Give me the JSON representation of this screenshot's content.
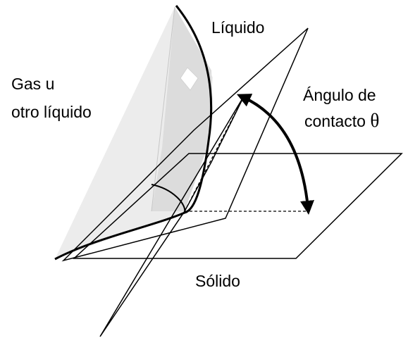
{
  "labels": {
    "liquid": "Líquido",
    "gas_line1": "Gas u",
    "gas_line2": "otro líquido",
    "angle_line1": "Ángulo de",
    "angle_line2_prefix": "contacto",
    "angle_symbol": "θ",
    "solid": "Sólido"
  },
  "colors": {
    "line": "#000000",
    "meniscus_fill": "#e6e6e6",
    "meniscus_shade": "#d4d4d4",
    "background": "#ffffff"
  }
}
